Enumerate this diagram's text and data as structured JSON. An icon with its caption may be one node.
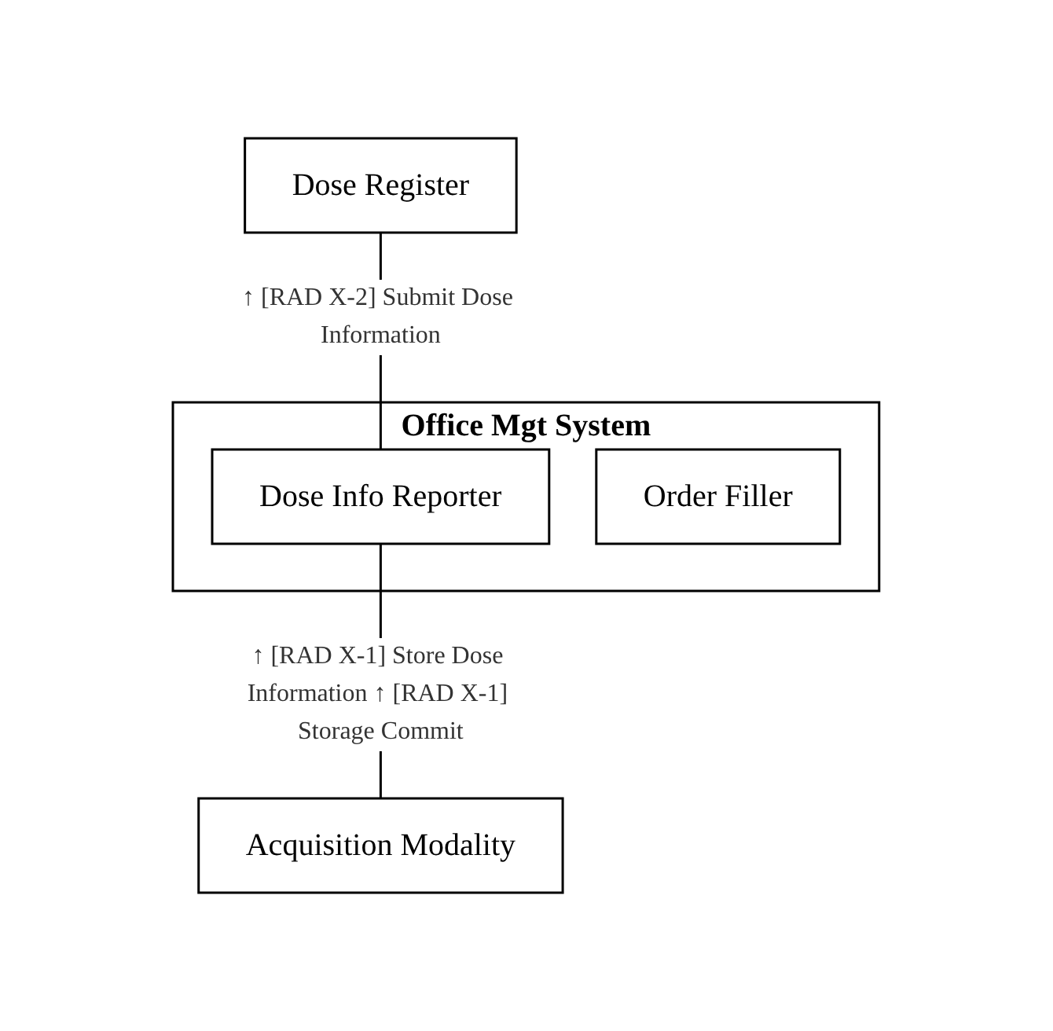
{
  "diagram": {
    "nodes": [
      {
        "text": [
          "Dose Register"
        ]
      },
      {
        "text": [
          "Office Mgt System"
        ]
      },
      {
        "text": [
          "Dose Info Reporter"
        ],
        "in": 1
      },
      {
        "text": [
          "Order Filler"
        ],
        "in": 1
      },
      {
        "text": [
          "Acquisition Modality"
        ]
      }
    ],
    "edges": [
      {
        "from": 0,
        "to": 2,
        "arrow": "none",
        "label": "↑ [RAD X-2] Submit Dose Information"
      },
      {
        "from": 2,
        "to": 4,
        "arrow": "none",
        "label": "↑ [RAD X-1] Store Dose Information ↑ [RAD X-1] Storage Commit"
      }
    ]
  }
}
